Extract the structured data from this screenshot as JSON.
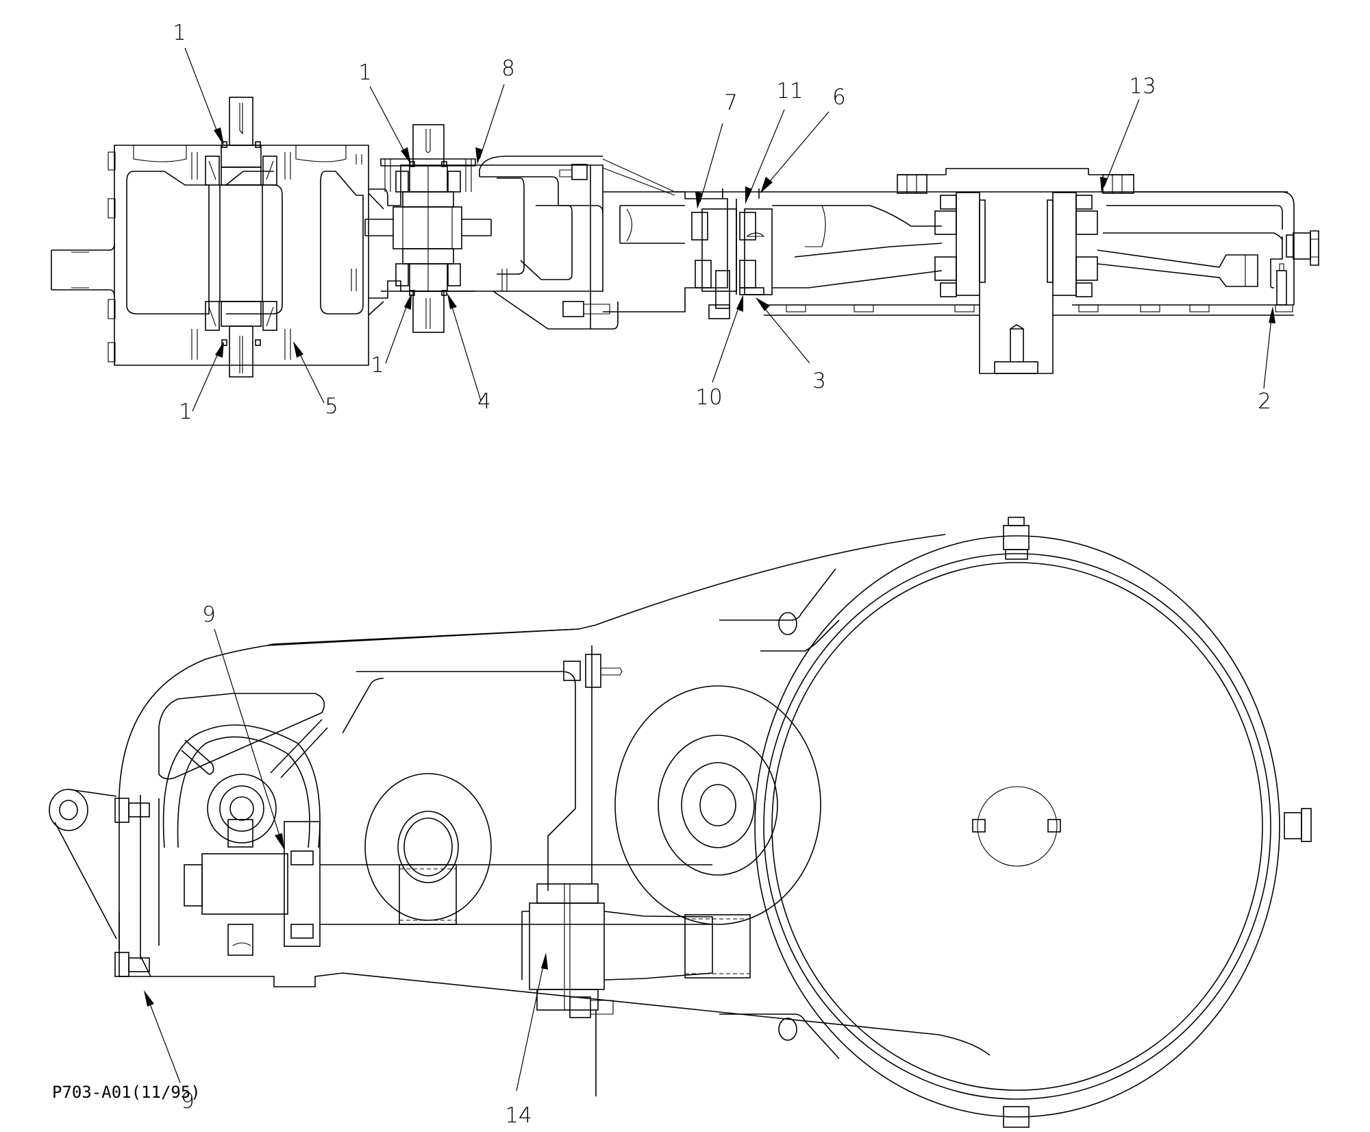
{
  "drawing": {
    "title": "Gearbox assembly parts drawing",
    "caption": "P703-A01(11/95)",
    "line_color": "#000000",
    "background": "#ffffff"
  },
  "views": [
    {
      "id": "section-view",
      "description": "Horizontal cross-section of drive train gearbox"
    },
    {
      "id": "side-view",
      "description": "Side elevation of gear housing with large wheel"
    }
  ],
  "callouts": {
    "top": [
      {
        "id": "c1a",
        "label": "1"
      },
      {
        "id": "c1b",
        "label": "1"
      },
      {
        "id": "c8",
        "label": "8"
      },
      {
        "id": "c7",
        "label": "7"
      },
      {
        "id": "c11",
        "label": "11"
      },
      {
        "id": "c6",
        "label": "6"
      },
      {
        "id": "c13",
        "label": "13"
      },
      {
        "id": "c1c",
        "label": "1"
      },
      {
        "id": "c5",
        "label": "5"
      },
      {
        "id": "c1d",
        "label": "1"
      },
      {
        "id": "c4",
        "label": "4"
      },
      {
        "id": "c10",
        "label": "10"
      },
      {
        "id": "c3",
        "label": "3"
      },
      {
        "id": "c2",
        "label": "2"
      }
    ],
    "bottom": [
      {
        "id": "c9a",
        "label": "9"
      },
      {
        "id": "c9b",
        "label": "9"
      },
      {
        "id": "c14",
        "label": "14"
      }
    ]
  }
}
